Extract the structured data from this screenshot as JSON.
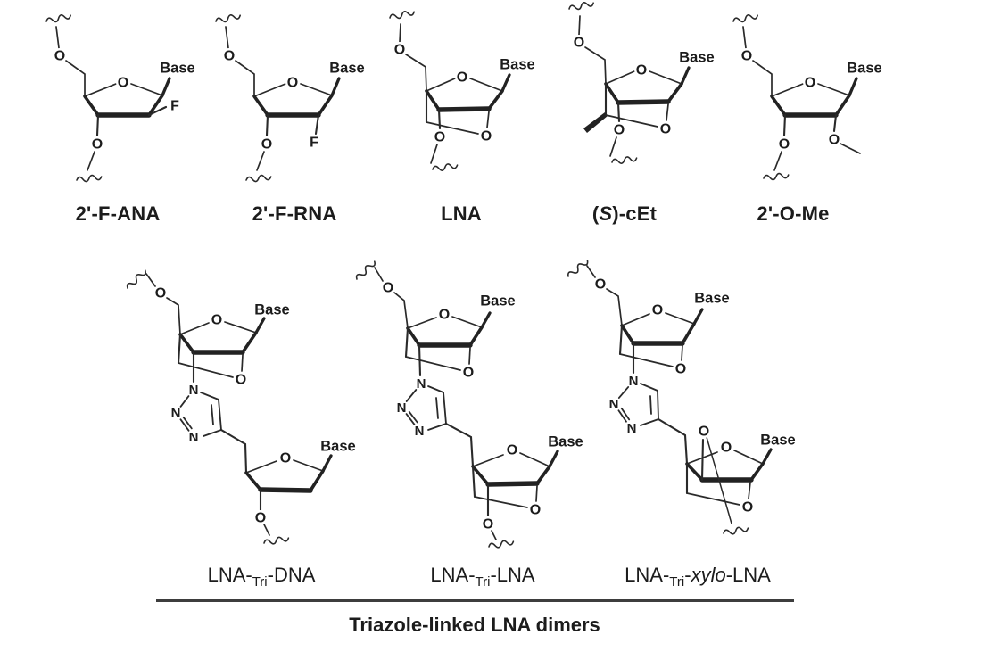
{
  "figure": {
    "background": "#ffffff",
    "ink_color": "#222222",
    "atom_labels": {
      "oxygen": "O",
      "nitrogen": "N",
      "fluorine": "F",
      "base": "Base"
    },
    "monomers": [
      {
        "id": "2f-ana",
        "name": "2'-F-ANA"
      },
      {
        "id": "2f-rna",
        "name": "2'-F-RNA"
      },
      {
        "id": "lna",
        "name": "LNA"
      },
      {
        "id": "s-cet",
        "name_open": "(",
        "name_stereo": "S",
        "name_rest": ")-cEt"
      },
      {
        "id": "2-o-me",
        "name": "2'-O-Me"
      }
    ],
    "dimers": [
      {
        "id": "lna-tri-dna",
        "name_prefix": "LNA-",
        "name_sub": "Tri",
        "name_suffix": "-DNA"
      },
      {
        "id": "lna-tri-lna",
        "name_prefix": "LNA-",
        "name_sub": "Tri",
        "name_suffix": "-LNA"
      },
      {
        "id": "lna-tri-xylo-lna",
        "name_prefix": "LNA-",
        "name_sub": "Tri",
        "name_mid": "-",
        "name_italic": "xylo",
        "name_suffix": "-LNA"
      }
    ],
    "group_caption": "Triazole-linked LNA dimers"
  }
}
